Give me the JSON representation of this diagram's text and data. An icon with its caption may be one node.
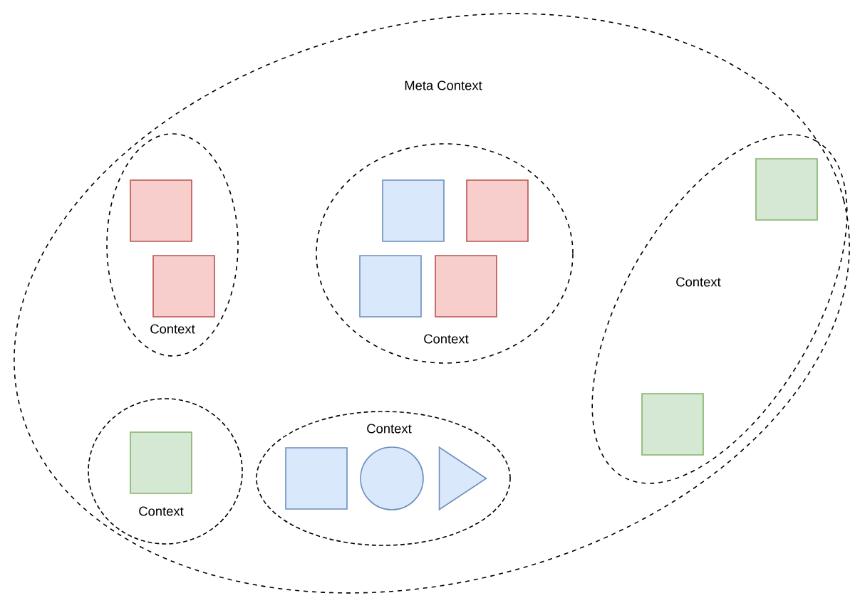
{
  "diagram": {
    "nodes": [
      {
        "text": [
          "Meta Context"
        ]
      },
      {
        "text": [
          "Context"
        ],
        "in": 0
      },
      {
        "text": [],
        "shape": "box",
        "in": 1
      },
      {
        "text": [],
        "shape": "box",
        "in": 1
      },
      {
        "text": [
          "Context"
        ],
        "in": 0
      },
      {
        "text": [],
        "shape": "box",
        "in": 4
      },
      {
        "text": [],
        "shape": "box",
        "in": 4
      },
      {
        "text": [],
        "shape": "box",
        "in": 4
      },
      {
        "text": [],
        "shape": "box",
        "in": 4
      },
      {
        "text": [
          "Context"
        ],
        "in": 0
      },
      {
        "text": [],
        "shape": "box",
        "in": 9
      },
      {
        "text": [],
        "shape": "box",
        "in": 9
      },
      {
        "text": [
          "Context"
        ],
        "in": 0
      },
      {
        "text": [],
        "shape": "box",
        "in": 12
      },
      {
        "text": [
          "Context"
        ],
        "in": 0
      },
      {
        "text": [],
        "shape": "box",
        "in": 14
      },
      {
        "text": [],
        "shape": "circle",
        "in": 14
      },
      {
        "text": [],
        "shape": "triangle",
        "in": 14
      }
    ]
  }
}
